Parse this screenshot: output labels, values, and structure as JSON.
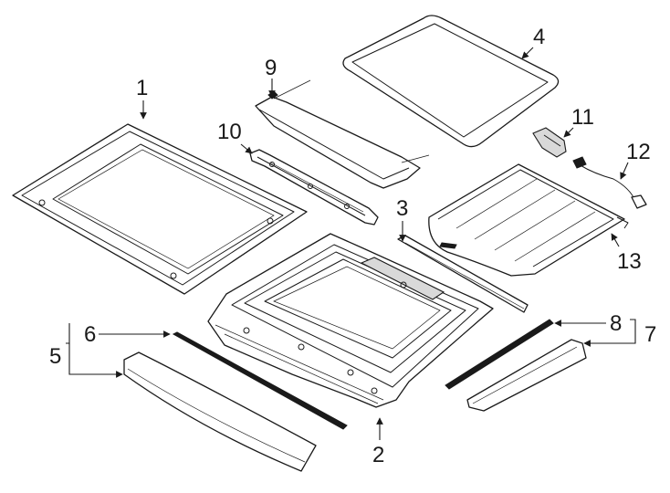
{
  "callouts": {
    "c1": "1",
    "c2": "2",
    "c3": "3",
    "c4": "4",
    "c5": "5",
    "c6": "6",
    "c7": "7",
    "c8": "8",
    "c9": "9",
    "c10": "10",
    "c11": "11",
    "c12": "12",
    "c13": "13"
  },
  "colors": {
    "line": "#1a1a1a",
    "background": "#ffffff",
    "shade": "#d9d9d9"
  }
}
